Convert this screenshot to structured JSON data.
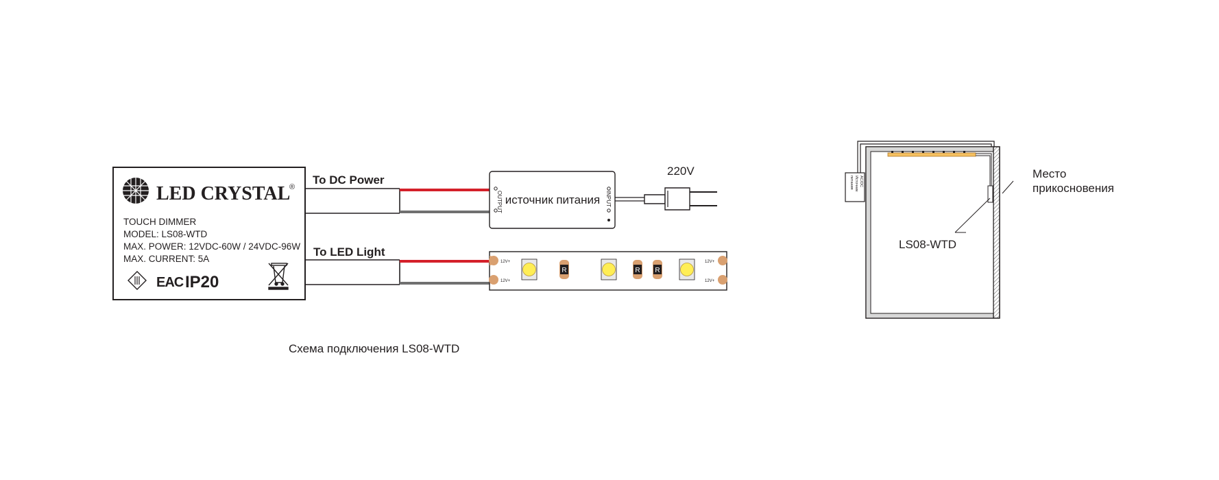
{
  "controller": {
    "brand": "LED CRYSTAL",
    "registered_mark": "®",
    "product": "TOUCH DIMMER",
    "model": "MODEL: LS08-WTD",
    "max_power": "MAX. POWER: 12VDC-60W / 24VDC-96W",
    "max_current": "MAX. CURRENT: 5A",
    "mark_eac": "EAC",
    "ip_rating": "IP20",
    "icons": [
      "class-III-icon",
      "eac-mark-icon",
      "weee-bin-icon"
    ]
  },
  "wires": {
    "to_dc_power": "To DC Power",
    "to_led_light": "To LED Light",
    "colors": {
      "positive": "#d4202a",
      "negative": "#707070"
    }
  },
  "power_supply": {
    "label": "источник питания",
    "output_label": "OUTPUT",
    "input_label": "INPUT",
    "voltage": "220V"
  },
  "led_strip": {
    "pad_label": "12V+",
    "resistor_label": "R",
    "led_color": "#ffee55",
    "pad_color": "#d9a070"
  },
  "caption": "Схема подключения LS08-WTD",
  "cabinet": {
    "psu_label_line1": "Источник",
    "psu_label_line2": "питания",
    "psu_label_line3": "AC/DC",
    "touch_place_line1": "Место",
    "touch_place_line2": "прикосновения",
    "model_label": "LS08-WTD"
  }
}
